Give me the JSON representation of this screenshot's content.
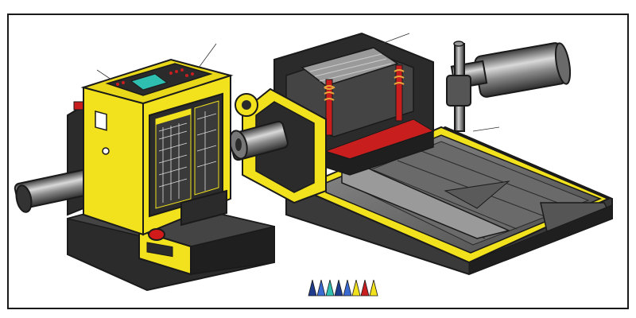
{
  "colors": {
    "machine_yellow": "#f2e21e",
    "machine_black": "#2b2b2b",
    "steel_grey": "#7a7a7a",
    "bed_grey": "#5c5c5c",
    "screen_teal": "#2fbfb0",
    "button_red": "#d21a1a",
    "heater_red": "#c81e1e"
  },
  "icons": [
    "control-panel-screen",
    "emergency-stop-button",
    "heating-coil",
    "steel-roller",
    "feed-chute"
  ]
}
